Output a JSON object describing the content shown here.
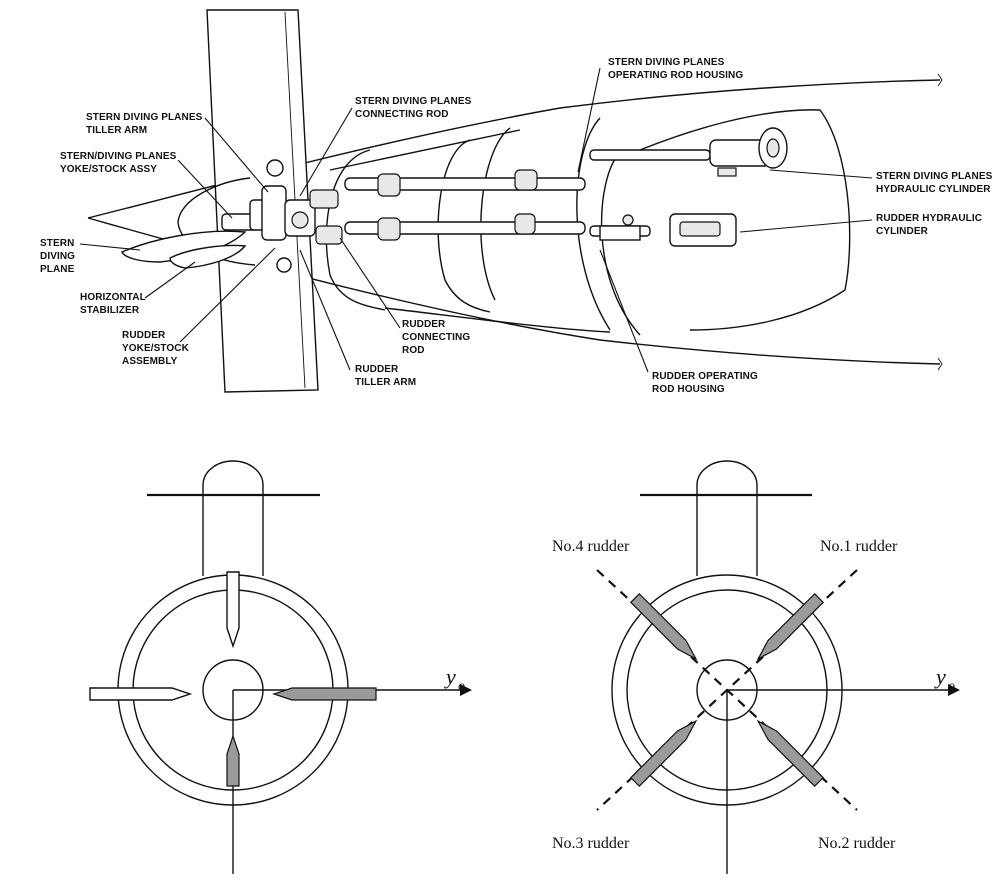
{
  "cutaway": {
    "labels": {
      "stern_tiller_l1": "STERN DIVING PLANES",
      "stern_tiller_l2": "TILLER ARM",
      "stern_yoke_l1": "STERN/DIVING PLANES",
      "stern_yoke_l2": "YOKE/STOCK ASSY",
      "stern_plane_l1": "STERN",
      "stern_plane_l2": "DIVING",
      "stern_plane_l3": "PLANE",
      "horiz_stab_l1": "HORIZONTAL",
      "horiz_stab_l2": "STABILIZER",
      "rudder_yoke_l1": "RUDDER",
      "rudder_yoke_l2": "YOKE/STOCK",
      "rudder_yoke_l3": "ASSEMBLY",
      "stern_conn_l1": "STERN DIVING PLANES",
      "stern_conn_l2": "CONNECTING ROD",
      "rudder_tiller_l1": "RUDDER",
      "rudder_tiller_l2": "TILLER ARM",
      "rudder_conn_l1": "RUDDER",
      "rudder_conn_l2": "CONNECTING",
      "rudder_conn_l3": "ROD",
      "stern_housing_l1": "STERN DIVING PLANES",
      "stern_housing_l2": "OPERATING ROD HOUSING",
      "rudder_housing_l1": "RUDDER OPERATING",
      "rudder_housing_l2": "ROD HOUSING",
      "stern_hyd_l1": "STERN DIVING PLANES",
      "stern_hyd_l2": "HYDRAULIC CYLINDER",
      "rudder_hyd_l1": "RUDDER HYDRAULIC",
      "rudder_hyd_l2": "CYLINDER"
    }
  },
  "cross_shape": {
    "axis_label": "y",
    "axis_subscript": "o"
  },
  "x_shape": {
    "axis_label": "y",
    "axis_subscript": "o",
    "rudder_1": "No.1 rudder",
    "rudder_2": "No.2 rudder",
    "rudder_3": "No.3 rudder",
    "rudder_4": "No.4 rudder"
  }
}
